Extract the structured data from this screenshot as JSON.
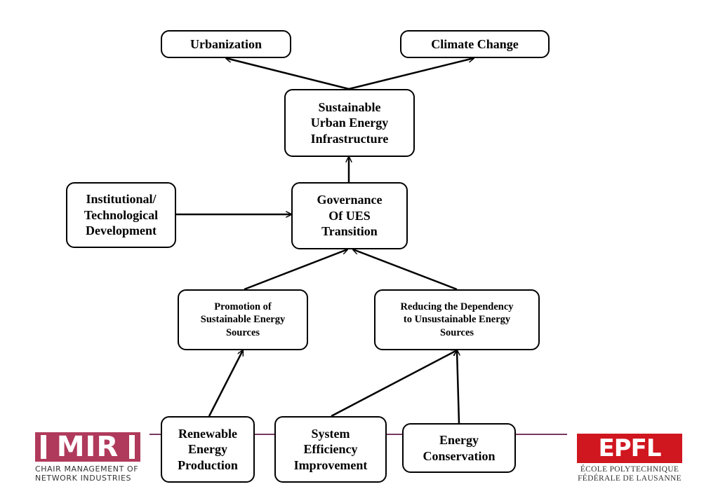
{
  "nodes": {
    "urbanization": "Urbanization",
    "climate_change": "Climate Change",
    "sustainable_infra": "Sustainable\nUrban Energy\nInfrastructure",
    "institutional": "Institutional/\nTechnological\nDevelopment",
    "governance": "Governance\nOf UES\nTransition",
    "promotion": "Promotion of\nSustainable Energy\nSources",
    "reducing": "Reducing the Dependency\nto Unsustainable Energy\nSources",
    "renewable": "Renewable\nEnergy\nProduction",
    "efficiency": "System\nEfficiency\nImprovement",
    "conservation": "Energy\nConservation"
  },
  "edges": [
    {
      "from": "sustainable_infra",
      "to": "urbanization"
    },
    {
      "from": "sustainable_infra",
      "to": "climate_change"
    },
    {
      "from": "governance",
      "to": "sustainable_infra"
    },
    {
      "from": "institutional",
      "to": "governance"
    },
    {
      "from": "promotion",
      "to": "governance"
    },
    {
      "from": "reducing",
      "to": "governance"
    },
    {
      "from": "renewable",
      "to": "promotion"
    },
    {
      "from": "efficiency",
      "to": "reducing"
    },
    {
      "from": "conservation",
      "to": "reducing"
    }
  ],
  "logos": {
    "mir": {
      "mark": "MIR",
      "line1": "CHAIR MANAGEMENT OF",
      "line2": "NETWORK INDUSTRIES",
      "color": "#b03a5b"
    },
    "epfl": {
      "mark": "EPFL",
      "line1": "ÉCOLE POLYTECHNIQUE",
      "line2": "FÉDÉRALE DE LAUSANNE",
      "color": "#d0161f"
    }
  }
}
